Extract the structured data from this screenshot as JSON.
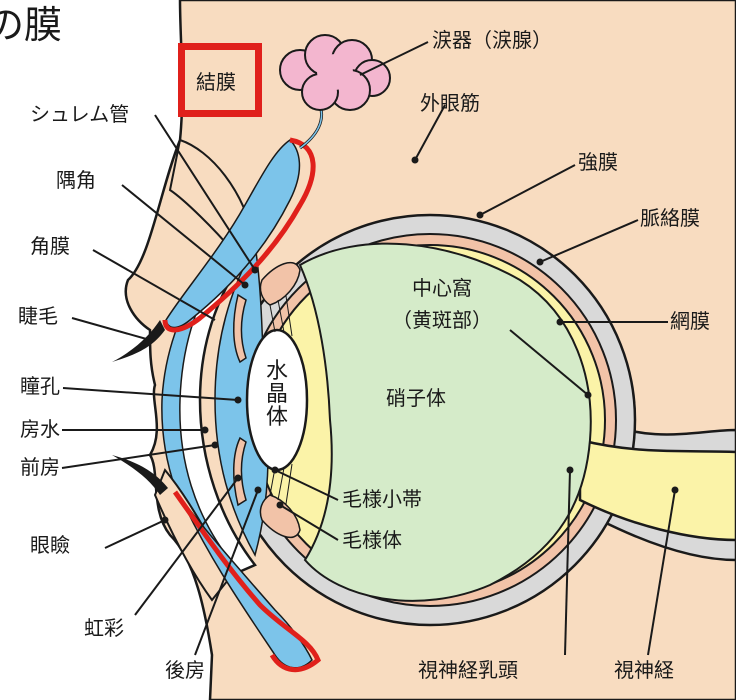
{
  "title": "の膜",
  "colors": {
    "skin": "#f8dcc0",
    "sclera": "#d9d9d9",
    "choroid": "#f2c3a8",
    "retina": "#fbf3a8",
    "vitreous": "#d5ebc9",
    "aqueous": "#7cc4ea",
    "gland": "#f3b6cf",
    "highlight": "#e0201b"
  },
  "labels": {
    "lacrimal_gland": "涙器（涙腺）",
    "conjunctiva": "結膜",
    "extraocular_muscle": "外眼筋",
    "schlemm_canal": "シュレム管",
    "sclera": "強膜",
    "angle": "隅角",
    "choroid": "脈絡膜",
    "cornea": "角膜",
    "fovea_line1": "中心窩",
    "fovea_line2": "（黄斑部）",
    "eyelash": "睫毛",
    "retina": "網膜",
    "lens": [
      "水",
      "晶",
      "体"
    ],
    "pupil": "瞳孔",
    "vitreous": "硝子体",
    "aqueous_humor": "房水",
    "anterior_chamber": "前房",
    "zonule": "毛様小帯",
    "eyelid": "眼瞼",
    "ciliary_body": "毛様体",
    "iris": "虹彩",
    "posterior_chamber": "後房",
    "optic_disc": "視神経乳頭",
    "optic_nerve": "視神経"
  }
}
